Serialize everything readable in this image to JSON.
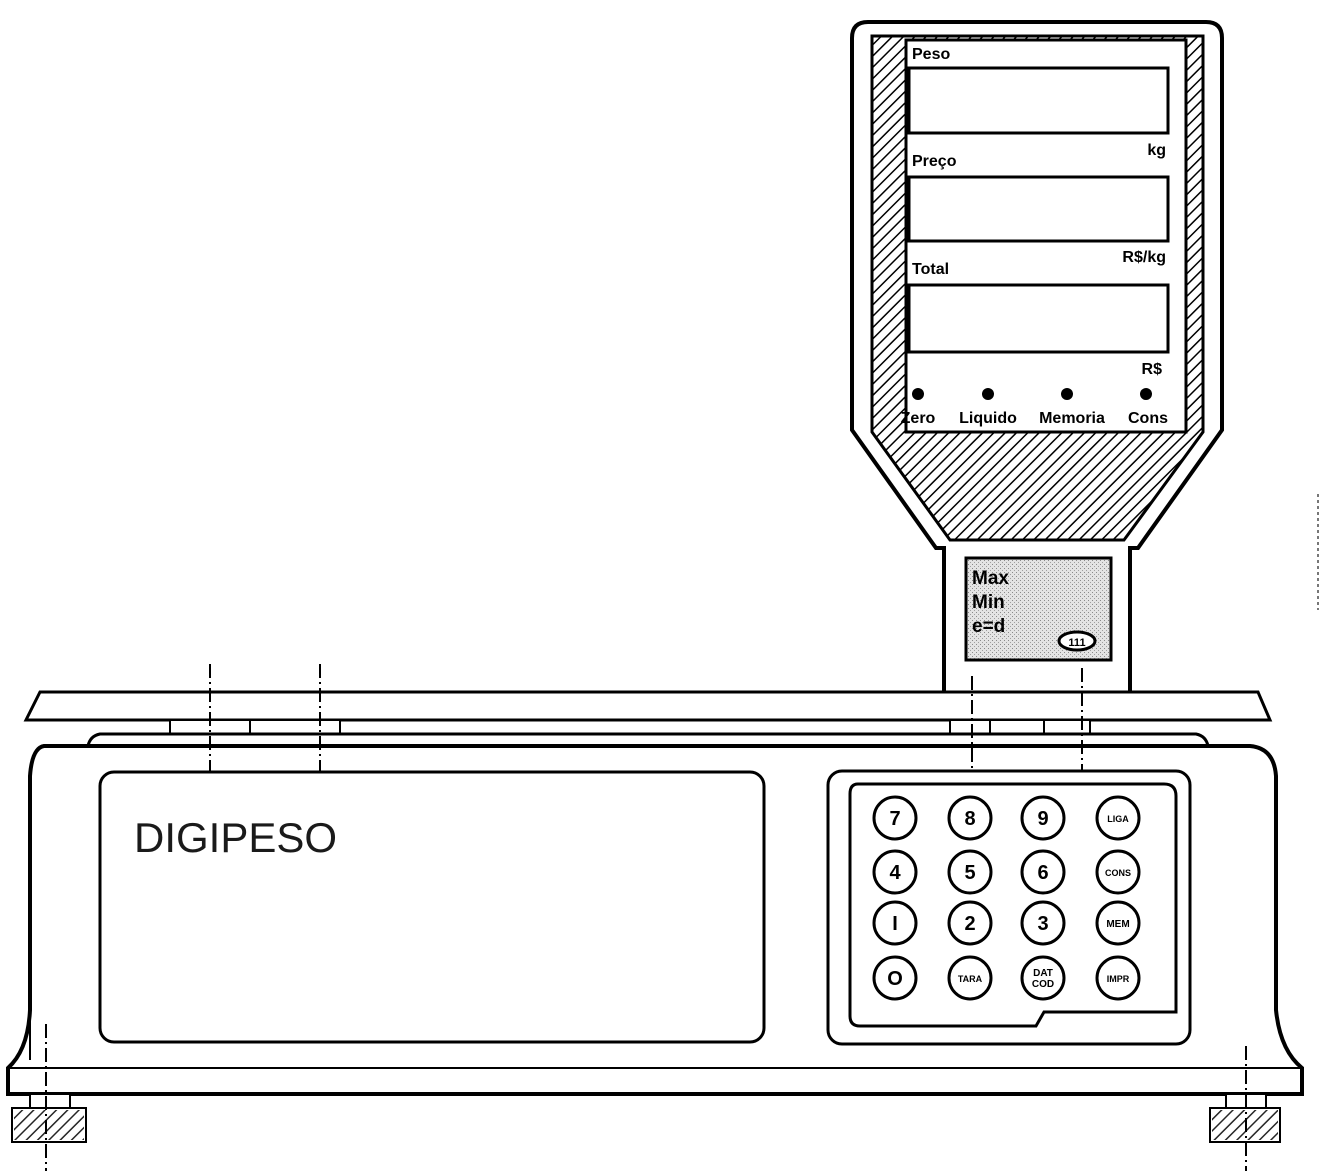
{
  "display_head": {
    "fields": [
      {
        "label": "Peso",
        "unit": "kg"
      },
      {
        "label": "Preço",
        "unit": "R$/kg"
      },
      {
        "label": "Total",
        "unit": "R$"
      }
    ],
    "indicators": [
      "Zero",
      "Liquido",
      "Memoria",
      "Cons"
    ]
  },
  "spec_plate": {
    "lines": [
      "Max",
      "Min",
      "e=d"
    ],
    "seal": "111"
  },
  "brand": "DIGIPESO",
  "keypad": {
    "rows": [
      [
        "7",
        "8",
        "9",
        "LIGA"
      ],
      [
        "4",
        "5",
        "6",
        "CONS"
      ],
      [
        "I",
        "2",
        "3",
        "MEM"
      ],
      [
        "O",
        "TARA",
        [
          "DAT",
          "COD"
        ],
        "IMPR"
      ]
    ]
  },
  "colors": {
    "line": "#000000",
    "hatch": "#000000",
    "plate_fill": "#d9d9d9",
    "background": "#ffffff"
  }
}
